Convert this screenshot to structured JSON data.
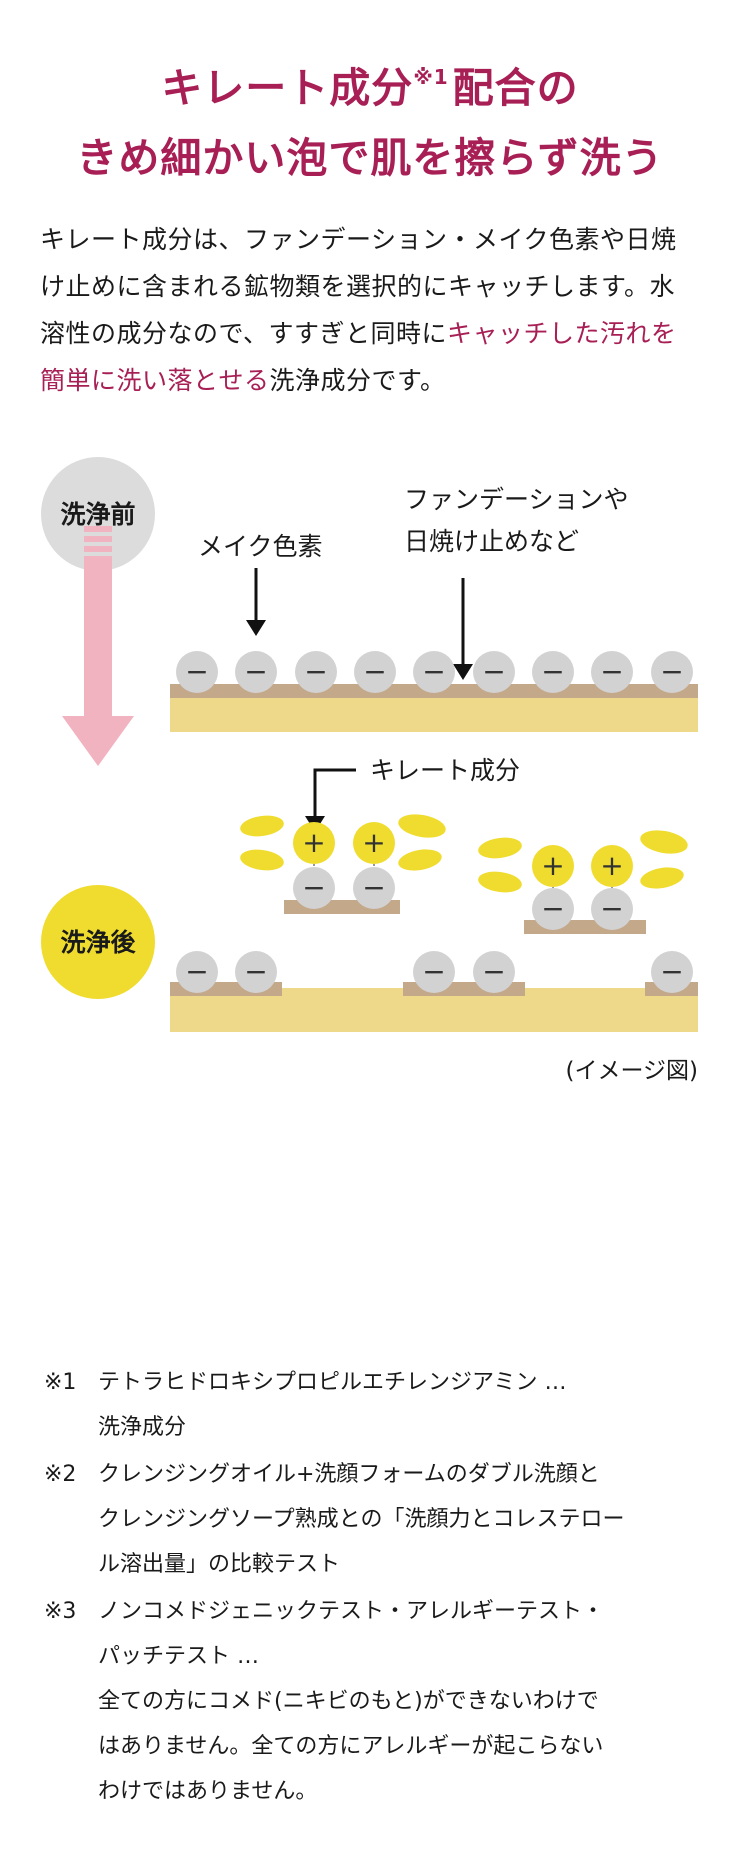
{
  "title": {
    "line1_main": "キレート成分",
    "line1_sup": "※1",
    "line1_tail": "配合の",
    "line2": "きめ細かい泡で肌を擦らず洗う"
  },
  "intro": {
    "part1": "キレート成分は、ファンデーション・メイク色素や日焼け止めに含まれる鉱物類を選択的にキャッチします。水溶性の成分なので、すすぎと同時に",
    "highlight": "キャッチした汚れを簡単に洗い落とせる",
    "part2": "洗浄成分です。"
  },
  "diagram": {
    "before_label": "洗浄前",
    "after_label": "洗浄後",
    "makeup_label": "メイク色素",
    "foundation_label_1": "ファンデーションや",
    "foundation_label_2": "日焼け止めなど",
    "chelate_label": "キレート成分",
    "minus_symbol": "−",
    "plus_symbol": "+",
    "caption": "(イメージ図)",
    "colors": {
      "skin": "#eed98a",
      "dirt": "#c4a88a",
      "particle": "#d2d2d2",
      "chelate": "#f0dc2e",
      "arrow": "#f2b3c0",
      "accent": "#a81f55"
    }
  },
  "notes": [
    {
      "mark": "※1",
      "text1": "テトラヒドロキシプロピルエチレンジアミン …",
      "text2": "洗浄成分"
    },
    {
      "mark": "※2",
      "text1": "クレンジングオイル+洗顔フォームのダブル洗顔と",
      "text2": "クレンジングソープ熟成との「洗顔力とコレステロー",
      "text3": "ル溶出量」の比較テスト"
    },
    {
      "mark": "※3",
      "text1": "ノンコメドジェニックテスト・アレルギーテスト・",
      "text2": "パッチテスト …",
      "text3": "全ての方にコメド(ニキビのもと)ができないわけで",
      "text4": "はありません。全ての方にアレルギーが起こらない",
      "text5": "わけではありません。"
    }
  ]
}
